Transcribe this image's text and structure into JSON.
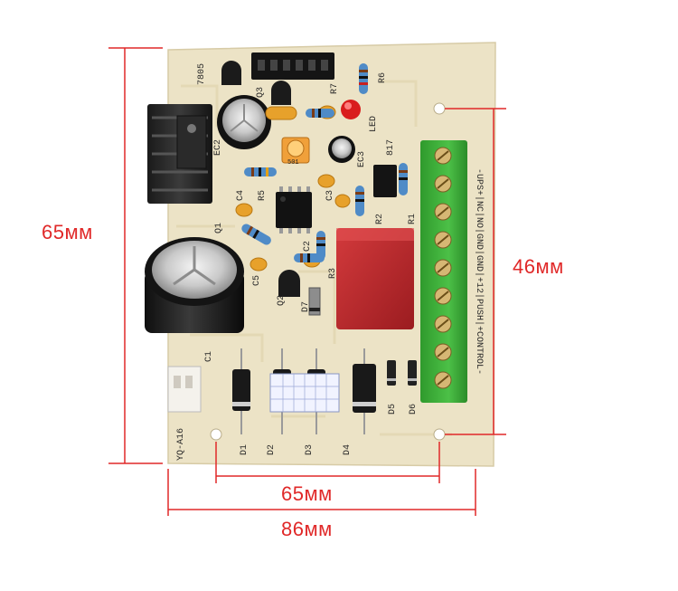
{
  "dimensions": {
    "height_total": "65мм",
    "width_holes": "65мм",
    "width_total": "86мм",
    "height_holes": "46мм"
  },
  "board": {
    "model": "YQ-A16",
    "silkscreen": {
      "regulator": "7805",
      "q1": "Q1",
      "q2": "Q2",
      "q3": "Q3",
      "ec2": "EC2",
      "ec3": "EC3",
      "c1": "C1",
      "c2": "C2",
      "c3": "C3",
      "c4": "C4",
      "c5": "C5",
      "r1": "R1",
      "r2": "R2",
      "r3": "R3",
      "r5": "R5",
      "r6": "R6",
      "r7": "R7",
      "d1": "D1",
      "d2": "D2",
      "d3": "D3",
      "d4": "D4",
      "d5": "D5",
      "d6": "D6",
      "d7": "D7",
      "led": "LED",
      "b17": "817",
      "pot": "501"
    },
    "terminal_labels": "-UPS+|NC|NO|GND|GND|+12|PUSH|+CONTROL-",
    "colors": {
      "board": "#ece3c6",
      "terminal": "#3fae3a",
      "dimension_line": "#e02828",
      "relay": "#c4282c"
    }
  }
}
